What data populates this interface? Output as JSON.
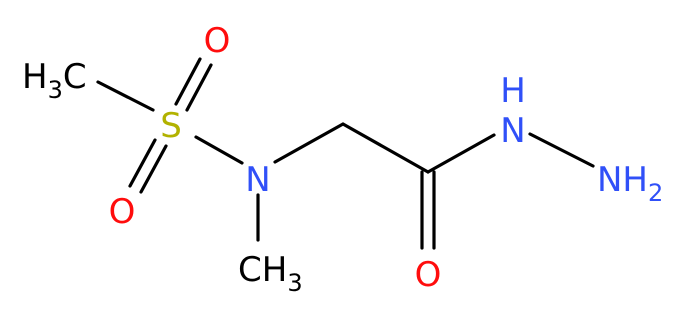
{
  "molecule": {
    "atoms": {
      "s": {
        "symbol": "S",
        "color": "#b2b200"
      },
      "o_top": {
        "symbol": "O",
        "color": "#ff0d0d"
      },
      "o_bottom": {
        "symbol": "O",
        "color": "#ff0d0d"
      },
      "n_amine": {
        "symbol": "N",
        "color": "#3050f8"
      },
      "o_carbonyl": {
        "symbol": "O",
        "color": "#ff0d0d"
      },
      "nh": {
        "symbol": "N",
        "h": "H",
        "color": "#3050f8"
      },
      "nh2": {
        "symbol": "NH",
        "subscript": "2",
        "color": "#3050f8"
      },
      "ch3_left": {
        "symbol": "H",
        "subscript": "3",
        "tail": "C",
        "color": "#000000"
      },
      "ch3_bottom": {
        "symbol": "CH",
        "subscript": "3",
        "color": "#000000"
      }
    },
    "bond_color": "#000000"
  }
}
